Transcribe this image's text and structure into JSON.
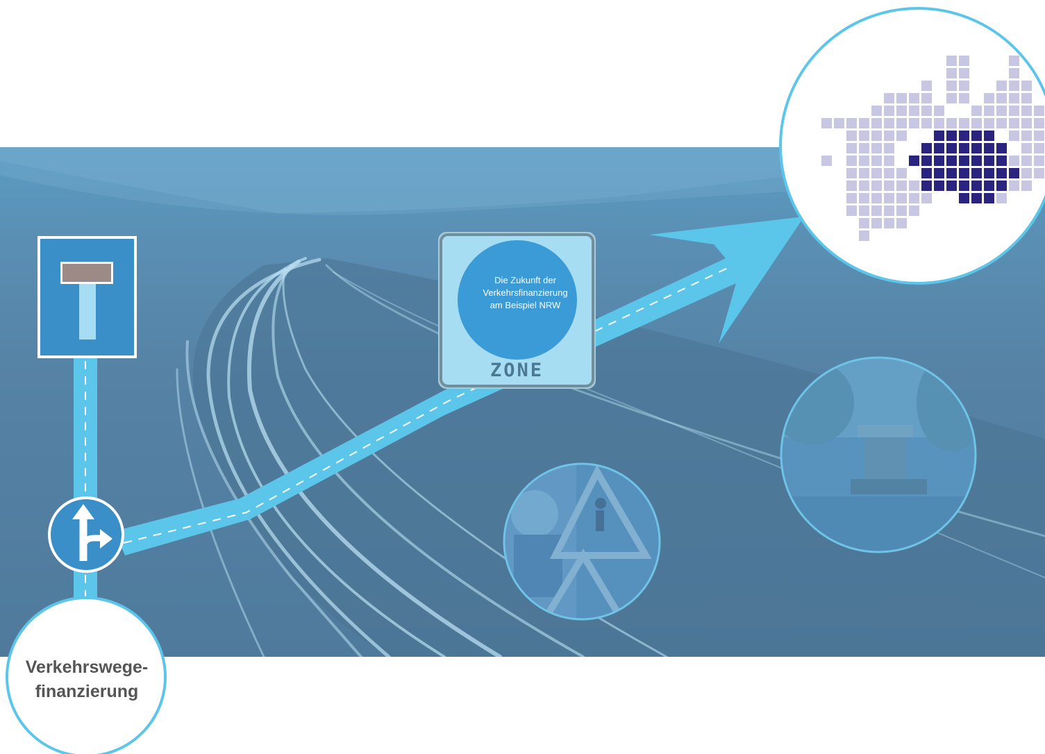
{
  "zone_sign": {
    "circle_text_line1": "Die Zukunft der",
    "circle_text_line2": "Verkehrsfinanzierung",
    "circle_text_line3": "am Beispiel NRW",
    "label": "ZONE"
  },
  "start_circle": {
    "line1": "Verkehrswege-",
    "line2": "finanzierung"
  },
  "icons": {
    "dead_end_sign": "dead-end-sign-icon",
    "direction_sign": "straight-or-right-sign-icon",
    "destination_map": "nrw-pixel-map-icon",
    "roadworks_photo": "roadworks-photo-icon",
    "paving_machine_photo": "paving-machine-photo-icon"
  },
  "colors": {
    "path": "#5cc6ea",
    "sign_blue": "#3a8fc9",
    "zone_fill": "#a6ddf2",
    "map_dark": "#2b2380",
    "map_light": "#c8c7e3"
  }
}
